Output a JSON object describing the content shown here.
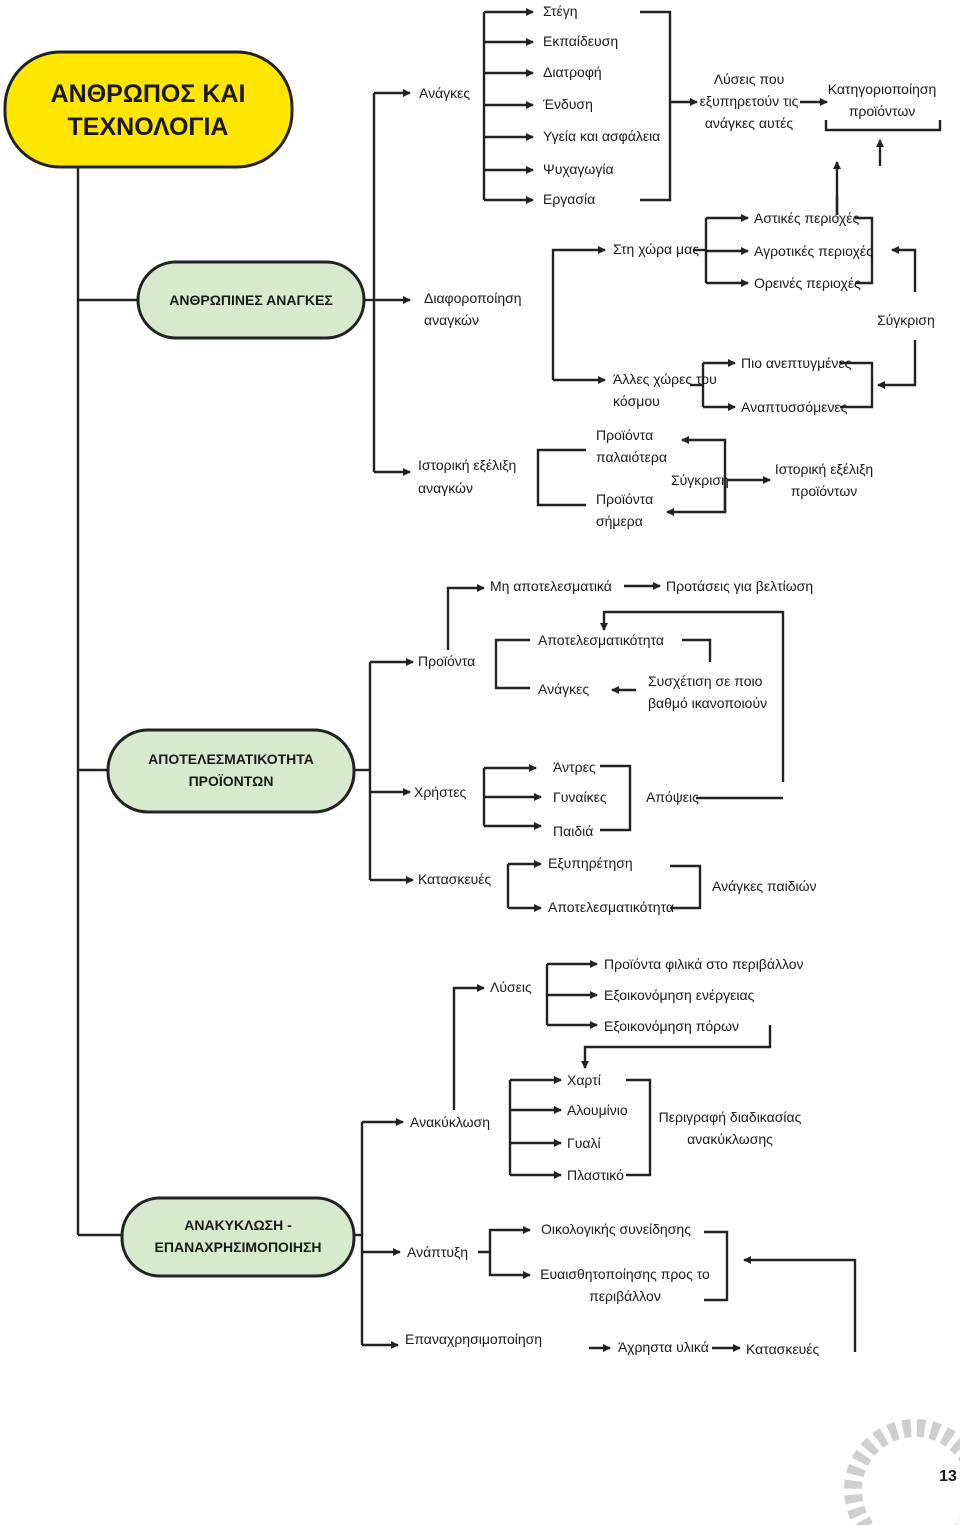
{
  "main_title": {
    "line1": "ΑΝΘΡΩΠΟΣ ΚΑΙ",
    "line2": "ΤΕΧΝΟΛΟΓΙΑ"
  },
  "boxes": {
    "needs": "ΑΝΘΡΩΠΙΝΕΣ ΑΝΑΓΚΕΣ",
    "effectiveness": {
      "line1": "ΑΠΟΤΕΛΕΣΜΑΤΙΚΟΤΗΤΑ",
      "line2": "ΠΡΟΪΟΝΤΩΝ"
    },
    "recycling": {
      "line1": "ΑΝΑΚΥΚΛΩΣΗ -",
      "line2": "ΕΠΑΝΑΧΡΗΣΙΜΟΠΟΙΗΣΗ"
    }
  },
  "section1": {
    "anagkes": "Ανάγκες",
    "needs_list": [
      "Στέγη",
      "Εκπαίδευση",
      "Διατροφή",
      "Ένδυση",
      "Υγεία και ασφάλεια",
      "Ψυχαγωγία",
      "Εργασία"
    ],
    "solutions": [
      "Λύσεις που",
      "εξυπηρετούν τις",
      "ανάγκες αυτές"
    ],
    "categorization": [
      "Κατηγοριοποίηση",
      "προϊόντων"
    ],
    "diaforopoiisi": [
      "Διαφοροποίηση",
      "αναγκών"
    ],
    "sti_xora": "Στη χώρα μας",
    "areas": [
      "Αστικές περιοχές",
      "Αγροτικές περιοχές",
      "Ορεινές περιοχές"
    ],
    "sygkrisi1": "Σύγκριση",
    "alles_xores": [
      "Άλλες χώρες του",
      "κόσμου"
    ],
    "developed": "Πιο ανεπτυγμένες",
    "developing": "Αναπτυσσόμενες",
    "istoriki": [
      "Ιστορική εξέλιξη",
      "αναγκών"
    ],
    "old_products": [
      "Προϊόντα",
      "παλαιότερα"
    ],
    "new_products": [
      "Προϊόντα",
      "σήμερα"
    ],
    "sygkrisi2": "Σύγκριση",
    "history_products": [
      "Ιστορική εξέλιξη",
      "προϊόντων"
    ]
  },
  "section2": {
    "proionta": "Προϊόντα",
    "ineffective": "Μη αποτελεσματικά",
    "proposals": "Προτάσεις για βελτίωση",
    "effectiveness": "Αποτελεσματικότητα",
    "needs": "Ανάγκες",
    "correlation": [
      "Συσχέτιση σε ποιο",
      "βαθμό ικανοποιούν"
    ],
    "users": "Χρήστες",
    "user_list": [
      "Άντρες",
      "Γυναίκες",
      "Παιδιά"
    ],
    "opinions": "Απόψεις",
    "manufacturers": "Κατασκευές",
    "service": "Εξυπηρέτηση",
    "effectiveness2": "Αποτελεσματικότητα",
    "children_needs": "Ανάγκες παιδιών"
  },
  "section3": {
    "solutions": "Λύσεις",
    "solution_list": [
      "Προϊόντα φιλικά στο περιβάλλον",
      "Εξοικονόμηση ενέργειας",
      "Εξοικονόμηση πόρων"
    ],
    "recycling": "Ανακύκλωση",
    "materials": [
      "Χαρτί",
      "Αλουμίνιο",
      "Γυαλί",
      "Πλαστικό"
    ],
    "process": [
      "Περιγραφή διαδικασίας",
      "ανακύκλωσης"
    ],
    "development": "Ανάπτυξη",
    "eco": "Οικολογικής συνείδησης",
    "awareness": [
      "Ευαισθητοποίησης προς το",
      "περιβάλλον"
    ],
    "reuse": "Επαναχρησιμοποίηση",
    "useless": "Άχρηστα υλικά",
    "constructions": "Κατασκευές"
  },
  "page_number": "13",
  "colors": {
    "main_box": "#ffe600",
    "green_box": "#d6ebce",
    "box_border": "#222222",
    "gear": "#cfcfcf"
  }
}
